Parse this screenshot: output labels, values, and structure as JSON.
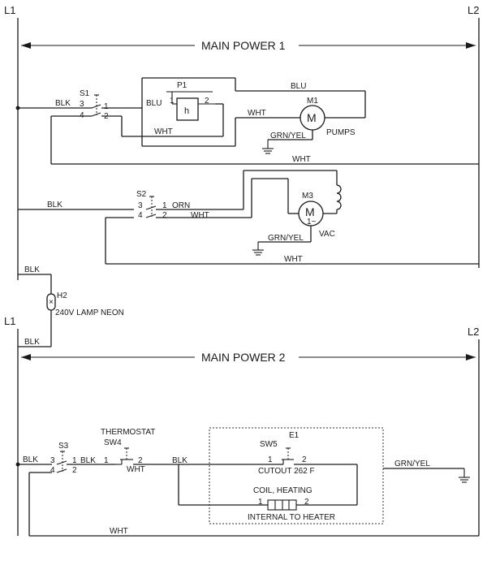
{
  "rails": {
    "l1_top": "L1",
    "l2_top": "L2",
    "l1_bottom": "L1",
    "l2_bottom": "L2"
  },
  "main_power_1": "MAIN POWER 1",
  "main_power_2": "MAIN POWER 2",
  "wire_colors": {
    "blk": "BLK",
    "blu": "BLU",
    "wht": "WHT",
    "orn": "ORN",
    "grn_yel": "GRN/YEL"
  },
  "components": {
    "s1": "S1",
    "s2": "S2",
    "s3": "S3",
    "p1": "P1",
    "p1_symbol": "h",
    "m1": "M1",
    "m1_symbol": "M",
    "pumps": "PUMPS",
    "m3": "M3",
    "m3_symbol": "M",
    "m3_phase": "1~",
    "vac": "VAC",
    "h2": "H2",
    "h2_desc": "240V LAMP NEON",
    "thermostat": "THERMOSTAT",
    "sw4": "SW4",
    "e1": "E1",
    "sw5": "SW5",
    "cutout": "CUTOUT 262 F",
    "coil": "COIL, HEATING",
    "internal": "INTERNAL TO HEATER"
  },
  "terminals": {
    "t1": "1",
    "t2": "2",
    "t3": "3",
    "t4": "4"
  }
}
